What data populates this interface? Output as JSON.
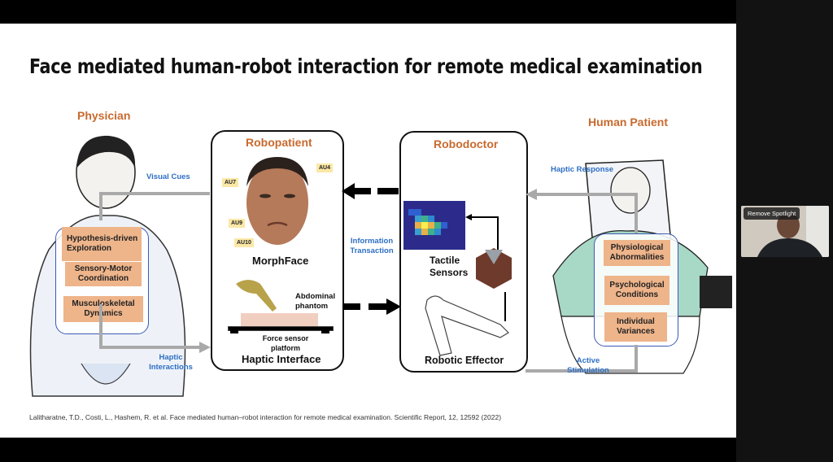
{
  "slide": {
    "title": "Face mediated human-robot interaction for remote medical examination",
    "physician": {
      "heading": "Physician",
      "boxes": [
        "Hypothesis-driven Exploration",
        "Sensory-Motor Coordination",
        "Musculoskeletal Dynamics"
      ]
    },
    "robopatient": {
      "heading": "Robopatient",
      "action_units": [
        "AU7",
        "AU4",
        "AU9",
        "AU10"
      ],
      "face_label": "MorphFace",
      "phantom_label": "Abdominal phantom",
      "platform_label": "Force sensor platform",
      "bottom_label": "Haptic Interface"
    },
    "robodoctor": {
      "heading": "Robodoctor",
      "sensor_label": "Tactile Sensors",
      "bottom_label": "Robotic Effector"
    },
    "human_patient": {
      "heading": "Human Patient",
      "boxes": [
        "Physiological Abnormalities",
        "Psychological Conditions",
        "Individual Variances"
      ]
    },
    "flow_labels": {
      "visual_cues": "Visual Cues",
      "haptic_interactions": "Haptic Interactions",
      "information_transaction": "Information Transaction",
      "haptic_response": "Haptic Response",
      "active_stimulation": "Active Stimulation"
    },
    "citation": "Lalitharatne, T.D., Costi, L., Hashem, R. et al. Face mediated human–robot interaction for remote medical examination. Scientific Report, 12, 12592 (2022)"
  },
  "video_panel": {
    "remove_spotlight_label": "Remove Spotlight"
  },
  "colors": {
    "heading_orange": "#c86a2e",
    "flow_blue": "#2d6fc4",
    "box_peach": "#eeb48a",
    "arrow_gray": "#a9a9a9"
  }
}
